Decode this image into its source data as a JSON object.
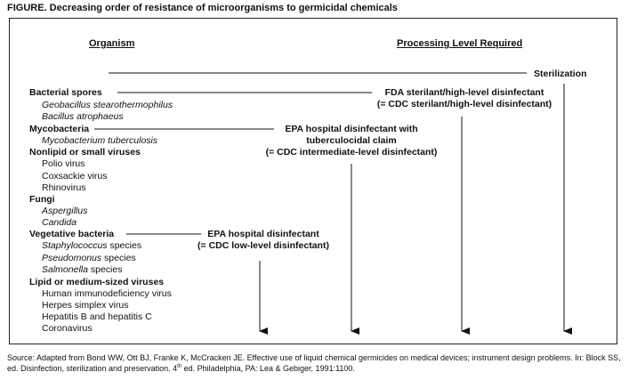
{
  "title": "FIGURE. Decreasing order of resistance of microorganisms to germicidal chemicals",
  "headers": {
    "organism": "Organism",
    "processing": "Processing Level Required"
  },
  "levels": {
    "sterilization": "Sterilization",
    "fda_line1": "FDA sterilant/high-level disinfectant",
    "fda_line2": "(= CDC sterilant/high-level disinfectant)",
    "epa_tb_line1": "EPA hospital disinfectant with",
    "epa_tb_line2": "tuberculocidal claim",
    "epa_tb_line3": "(= CDC intermediate-level disinfectant)",
    "epa_line1": "EPA hospital disinfectant",
    "epa_line2": "(= CDC low-level disinfectant)"
  },
  "groups": {
    "spores": {
      "label": "Bacterial spores",
      "items": [
        "Geobacillus stearothermophilus",
        "Bacillus atrophaeus"
      ]
    },
    "myco": {
      "label": "Mycobacteria",
      "items": [
        "Mycobacterium tuberculosis"
      ]
    },
    "nonlipid": {
      "label": "Nonlipid or small viruses",
      "items": [
        "Polio virus",
        "Coxsackie virus",
        "Rhinovirus"
      ]
    },
    "fungi": {
      "label": "Fungi",
      "items": [
        "Aspergillus",
        "Candida"
      ]
    },
    "veg": {
      "label": "Vegetative bacteria",
      "items": [
        "Staphylococcus",
        "Pseudomonus",
        "Salmonella"
      ],
      "suffix": " species"
    },
    "lipid": {
      "label": "Lipid or medium-sized viruses",
      "items": [
        "Human immunodeficiency virus",
        "Herpes simplex virus",
        "Hepatitis B and hepatitis C",
        "Coronavirus"
      ]
    }
  },
  "source": {
    "part1": "Source: Adapted from Bond WW, Ott BJ, Franke K, McCracken JE. Effective use of liquid chemical germicides on medical devices; instrument design problems. In: Block SS, ed. Disinfection, sterilization and preservation. 4",
    "sup": "th",
    "part2": " ed. Philadelphia, PA: Lea & Gebiger, 1991:1100."
  }
}
